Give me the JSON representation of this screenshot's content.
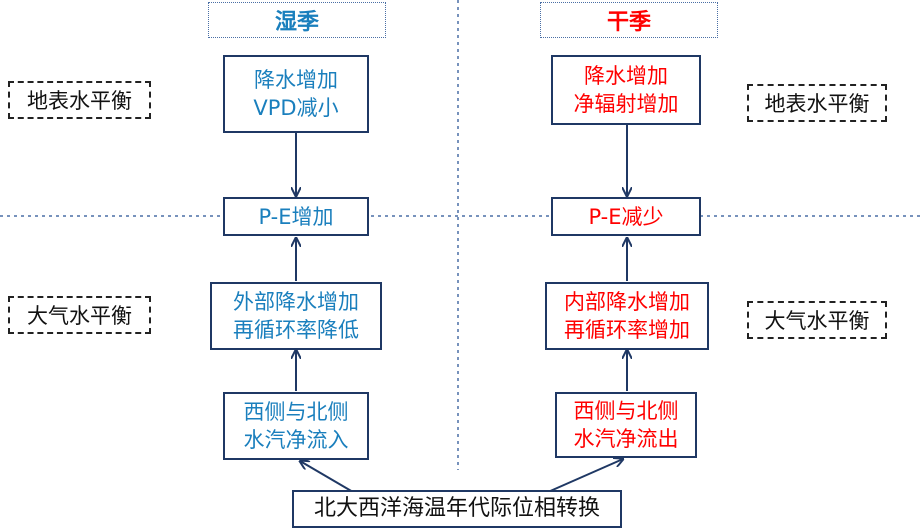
{
  "colors": {
    "wet_text": "#1a7fbd",
    "dry_text": "#ff0000",
    "box_border": "#1f3864",
    "divider": "#4a6fa5"
  },
  "wet": {
    "title": "湿季",
    "surface_box": [
      "降水增加",
      "VPD减小"
    ],
    "pe_box": "P-E增加",
    "atmos_box": [
      "外部降水增加",
      "再循环率降低"
    ],
    "flux_box": [
      "西侧与北侧",
      "水汽净流入"
    ]
  },
  "dry": {
    "title": "干季",
    "surface_box": [
      "降水增加",
      "净辐射增加"
    ],
    "pe_box": "P-E减少",
    "atmos_box": [
      "内部降水增加",
      "再循环率增加"
    ],
    "flux_box": [
      "西侧与北侧",
      "水汽净流出"
    ]
  },
  "labels": {
    "surface_balance_left": "地表水平衡",
    "surface_balance_right": "地表水平衡",
    "atmos_balance_left": "大气水平衡",
    "atmos_balance_right": "大气水平衡"
  },
  "driver": "北大西洋海温年代际位相转换"
}
